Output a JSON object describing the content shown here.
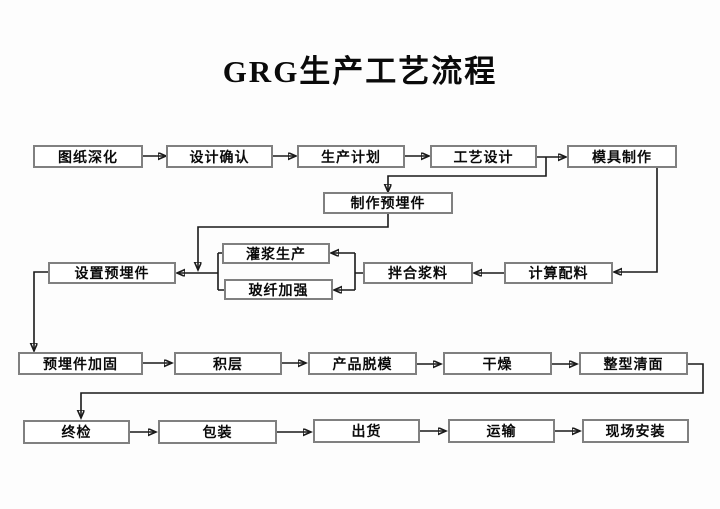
{
  "title": "GRG生产工艺流程",
  "colors": {
    "background": "#fdfdfd",
    "box_fill": "#ffffff",
    "box_border": "#808080",
    "line": "#1a1a1a",
    "text": "#0a0a0a"
  },
  "flowchart": {
    "type": "flowchart",
    "nodes": {
      "drawing_deepening": {
        "label": "图纸深化"
      },
      "design_confirmation": {
        "label": "设计确认"
      },
      "production_plan": {
        "label": "生产计划"
      },
      "process_design": {
        "label": "工艺设计"
      },
      "mold_making": {
        "label": "模具制作"
      },
      "embed_fabrication": {
        "label": "制作预埋件"
      },
      "grouting_production": {
        "label": "灌浆生产"
      },
      "fiberglass_reinforce": {
        "label": "玻纤加强"
      },
      "set_embedded_parts": {
        "label": "设置预埋件"
      },
      "slurry_mixing": {
        "label": "拌合浆料"
      },
      "batching_calculation": {
        "label": "计算配料"
      },
      "embedded_fixing": {
        "label": "预埋件加固"
      },
      "lamination": {
        "label": "积层"
      },
      "demolding": {
        "label": "产品脱模"
      },
      "drying": {
        "label": "干燥"
      },
      "trimming_cleaning": {
        "label": "整型清面"
      },
      "final_inspection": {
        "label": "终检"
      },
      "packing": {
        "label": "包装"
      },
      "shipping": {
        "label": "出货"
      },
      "transport": {
        "label": "运输"
      },
      "site_installation": {
        "label": "现场安装"
      }
    },
    "edges": [
      {
        "from": "drawing_deepening",
        "to": "design_confirmation"
      },
      {
        "from": "design_confirmation",
        "to": "production_plan"
      },
      {
        "from": "production_plan",
        "to": "process_design"
      },
      {
        "from": "process_design",
        "to": "mold_making"
      },
      {
        "from": "process_design",
        "to": "embed_fabrication"
      },
      {
        "from": "mold_making",
        "to": "batching_calculation"
      },
      {
        "from": "batching_calculation",
        "to": "slurry_mixing"
      },
      {
        "from": "slurry_mixing",
        "to": "grouting_production"
      },
      {
        "from": "slurry_mixing",
        "to": "fiberglass_reinforce"
      },
      {
        "from": "grouting_production",
        "to": "set_embedded_parts"
      },
      {
        "from": "fiberglass_reinforce",
        "to": "set_embedded_parts"
      },
      {
        "from": "embed_fabrication",
        "to": "set_embedded_parts"
      },
      {
        "from": "set_embedded_parts",
        "to": "embedded_fixing"
      },
      {
        "from": "embedded_fixing",
        "to": "lamination"
      },
      {
        "from": "lamination",
        "to": "demolding"
      },
      {
        "from": "demolding",
        "to": "drying"
      },
      {
        "from": "drying",
        "to": "trimming_cleaning"
      },
      {
        "from": "trimming_cleaning",
        "to": "final_inspection"
      },
      {
        "from": "final_inspection",
        "to": "packing"
      },
      {
        "from": "packing",
        "to": "shipping"
      },
      {
        "from": "shipping",
        "to": "transport"
      },
      {
        "from": "transport",
        "to": "site_installation"
      }
    ]
  }
}
